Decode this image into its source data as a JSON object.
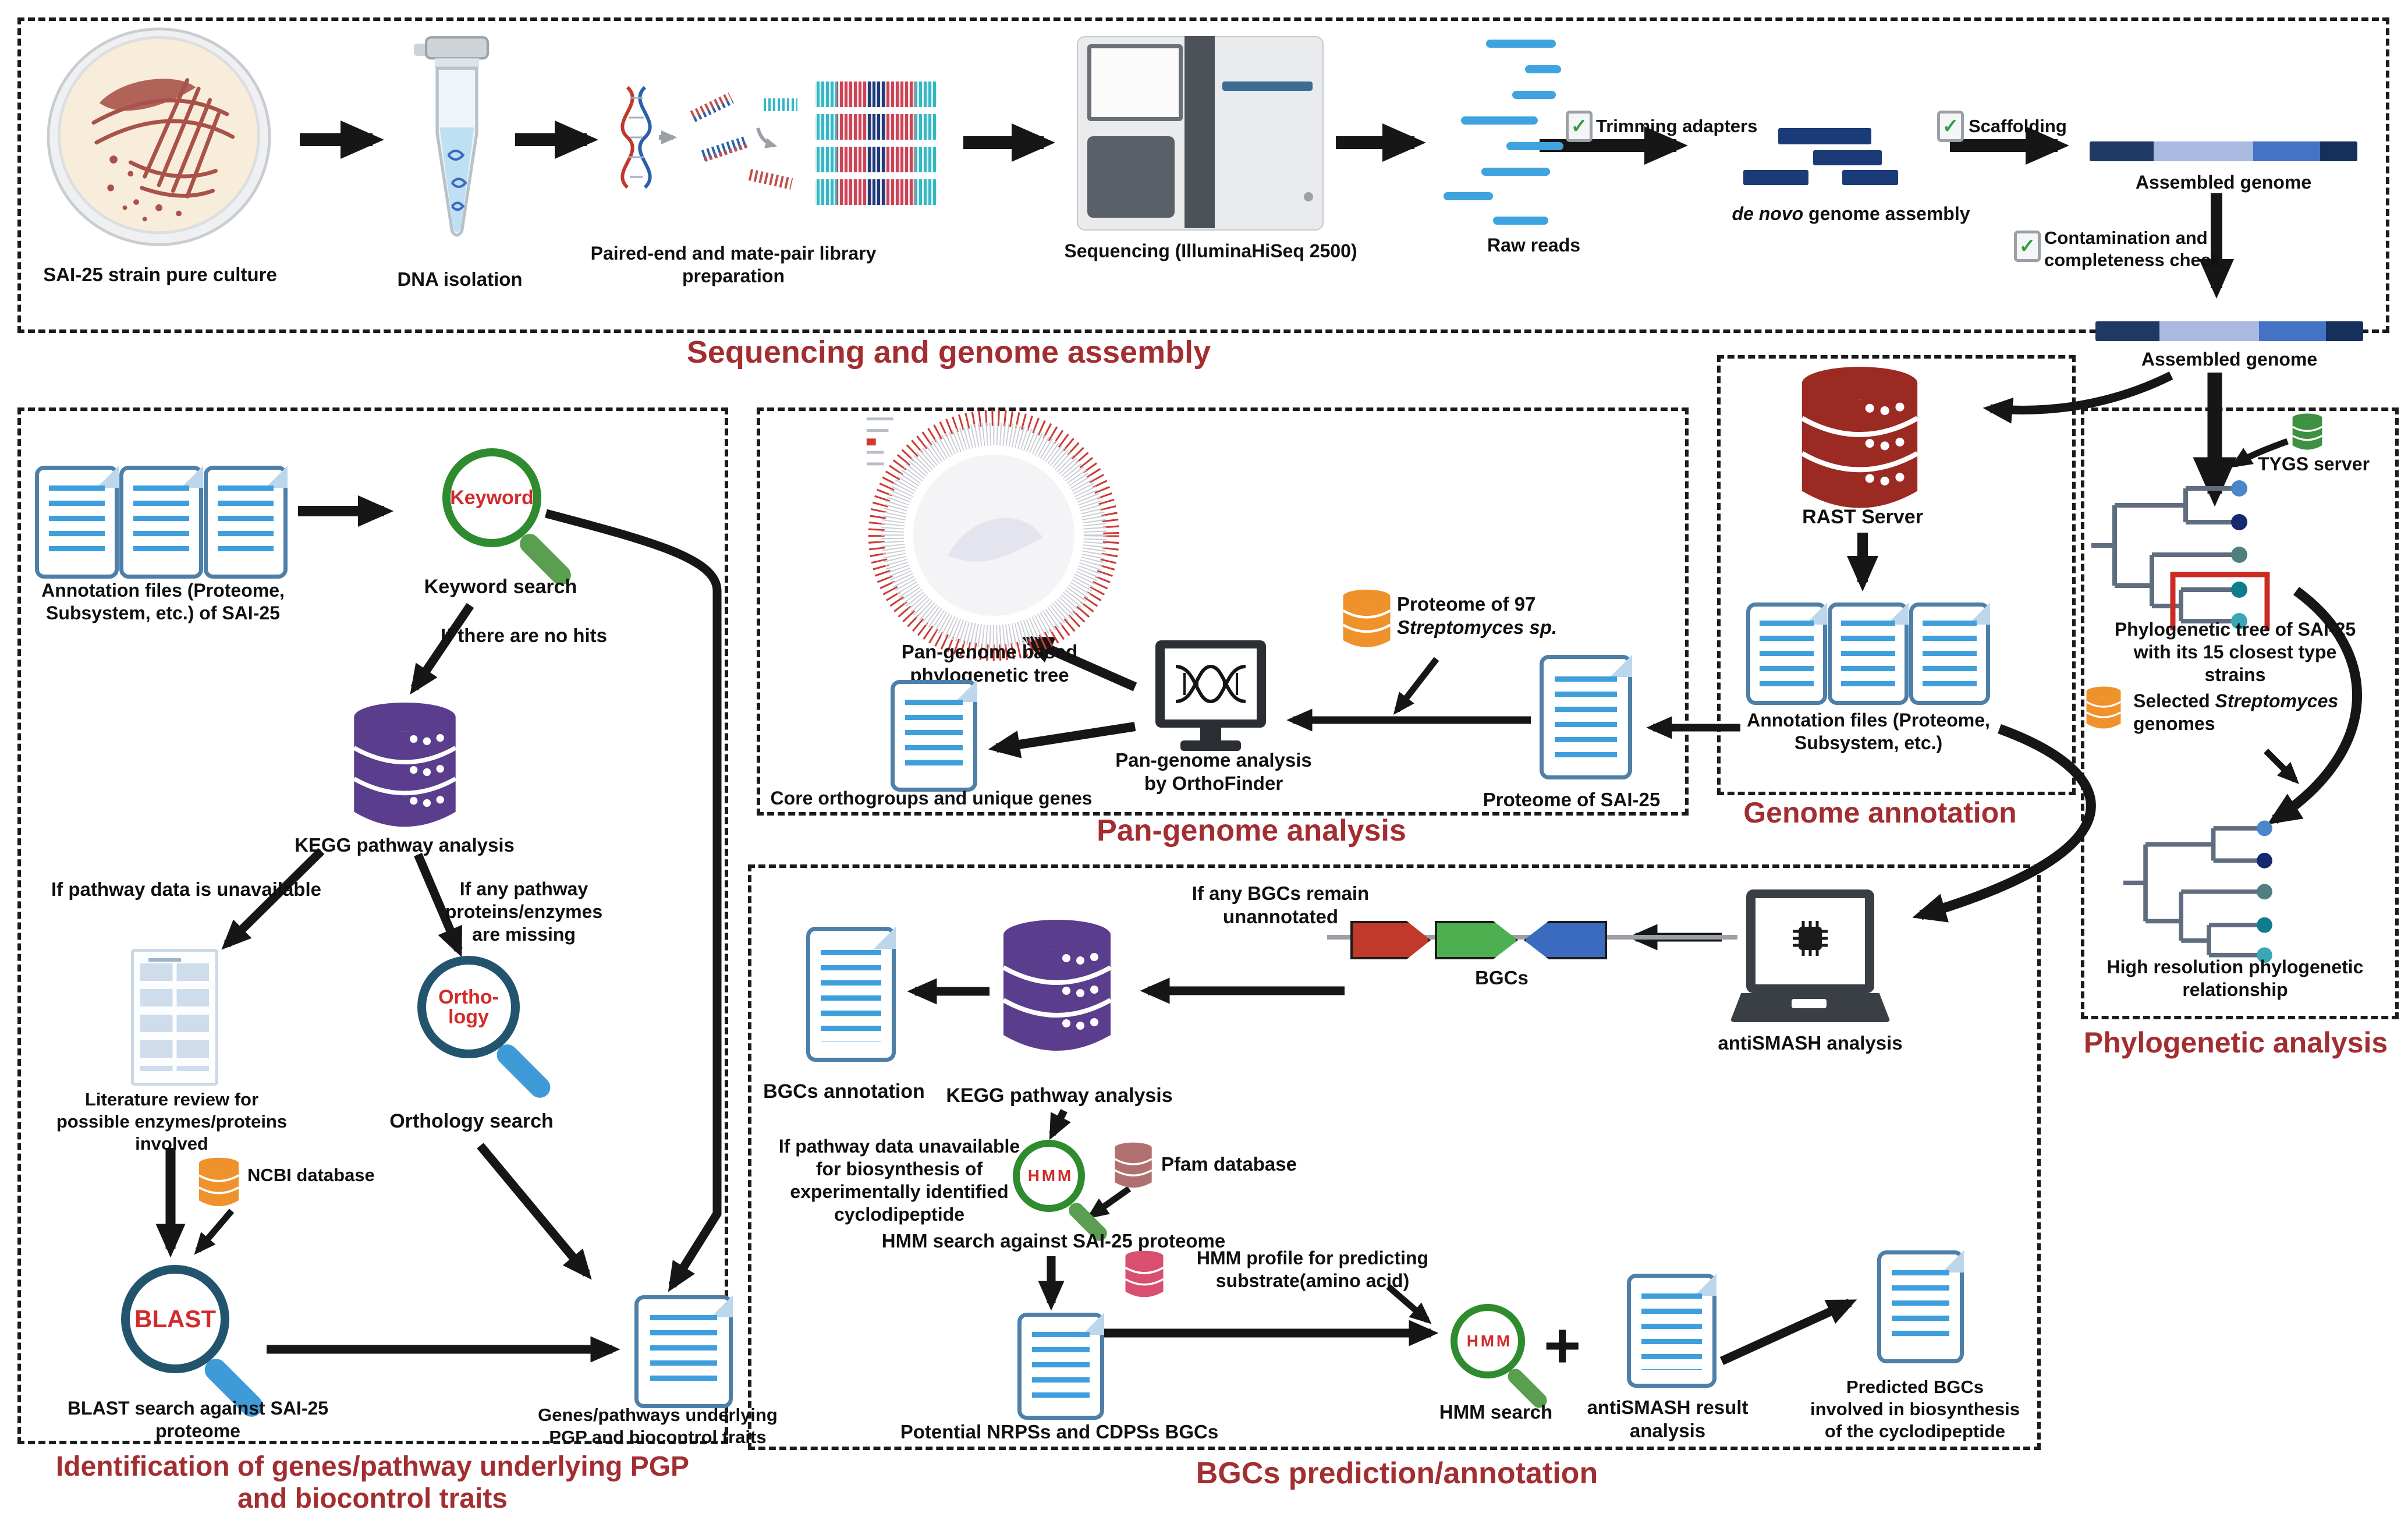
{
  "titles": {
    "sequencing": "Sequencing and genome assembly",
    "identification_line1": "Identification of genes/pathway underlying PGP",
    "identification_line2": "and biocontrol traits",
    "pangenome": "Pan-genome analysis",
    "annotation": "Genome annotation",
    "phylogenetic": "Phylogenetic analysis",
    "bgcs": "BGCs prediction/annotation"
  },
  "sequencing": {
    "pure_culture": "SAI-25 strain pure culture",
    "dna_isolation": "DNA isolation",
    "library_prep": "Paired-end and mate-pair library preparation",
    "sequencer": "Sequencing (IlluminaHiSeq 2500)",
    "raw_reads": "Raw reads",
    "trimming": "Trimming adapters",
    "denovo_it": "de novo",
    "denovo_rest": " genome assembly",
    "scaffolding": "Scaffolding",
    "assembled_genome": "Assembled genome",
    "contamination_line1": "Contamination and",
    "contamination_line2": "completeness check",
    "assembled_genome2": "Assembled genome"
  },
  "identification": {
    "annotation_files_line1": "Annotation files (Proteome,",
    "annotation_files_line2": "Subsystem, etc.) of SAI-25",
    "keyword": "Keyword",
    "keyword_search": "Keyword search",
    "no_hits": "If there are no hits",
    "kegg": "KEGG pathway analysis",
    "pathway_unavailable": "If pathway data is unavailable",
    "missing_line1": "If any pathway",
    "missing_line2": "proteins/enzymes",
    "missing_line3": "are missing",
    "literature_line1": "Literature review for",
    "literature_line2": "possible enzymes/proteins",
    "literature_line3": "involved",
    "ncbi": "NCBI database",
    "orthology_line1": "Ortho-",
    "orthology_line2": "logy",
    "orthology_search": "Orthology search",
    "blast": "BLAST",
    "blast_search_line1": "BLAST search against SAI-25",
    "blast_search_line2": "proteome",
    "genes_line1": "Genes/pathways underlying",
    "genes_line2": "PGP and biocontrol traits"
  },
  "pangenome": {
    "tree_line1": "Pan-genome based",
    "tree_line2": "phylogenetic tree",
    "core": "Core orthogroups and unique genes",
    "orthofinder_line1": "Pan-genome analysis",
    "orthofinder_line2": "by OrthoFinder",
    "p97_line1": "Proteome of 97",
    "p97_line2": "Streptomyces sp.",
    "proteome_sai": "Proteome of SAI-25"
  },
  "annotation": {
    "rast": "RAST Server",
    "files_line1": "Annotation files (Proteome,",
    "files_line2": "Subsystem, etc.)"
  },
  "phylogenetic": {
    "tygs": "TYGS server",
    "tree_line1": "Phylogenetic tree of SAI-25",
    "tree_line2": "with its 15 closest type",
    "tree_line3": "strains",
    "selected_pre": "Selected ",
    "selected_it": "Streptomyces",
    "selected_line2": "genomes",
    "highres_line1": "High resolution phylogenetic",
    "highres_line2": "relationship"
  },
  "bgcs": {
    "bgcs_annotation": "BGCs annotation",
    "kegg": "KEGG pathway analysis",
    "unannotated_line1": "If any BGCs remain",
    "unannotated_line2": "unannotated",
    "bgcs_label": "BGCs",
    "antismash_analysis": "antiSMASH analysis",
    "unavailable_line1": "If pathway data unavailable",
    "unavailable_line2": "for biosynthesis of",
    "unavailable_line3": "experimentally identified",
    "unavailable_line4": "cyclodipeptide",
    "pfam": "Pfam database",
    "hmm1": "H M M",
    "hmm_search_proteome": "HMM search against SAI-25 proteome",
    "potential": "Potential NRPSs and CDPSs BGCs",
    "profile_line1": "HMM profile for predicting",
    "profile_line2": "substrate(amino acid)",
    "hmm2": "H M M",
    "hmm_search": "HMM search",
    "plus": "+",
    "antismash_result_line1": "antiSMASH result",
    "antismash_result_line2": "analysis",
    "predicted_line1": "Predicted BGCs",
    "predicted_line2": "involved in biosynthesis",
    "predicted_line3": "of the cyclodipeptide"
  },
  "colors": {
    "section_title": "#a32e31",
    "doc_border": "#4d7fa8",
    "doc_lines": "#3f9fdc",
    "kegg_db": "#5b3d8e",
    "rast_db": "#9b2a23",
    "tygs_db": "#3f9142",
    "orange_db": "#f0922b",
    "pfam_db": "#b07070",
    "hmm_profile_db": "#d94f70",
    "magnifier_text": "#d22b2b",
    "green_ring": "#2e8b2e",
    "blue_ring": "#23546e",
    "handle_blue": "#3f9bd8",
    "gene_red": "#c0392b",
    "gene_green": "#4caf50",
    "gene_blue": "#3a6bbf",
    "read_blue": "#3fa3e0",
    "contig_navy": "#1a3a78"
  }
}
